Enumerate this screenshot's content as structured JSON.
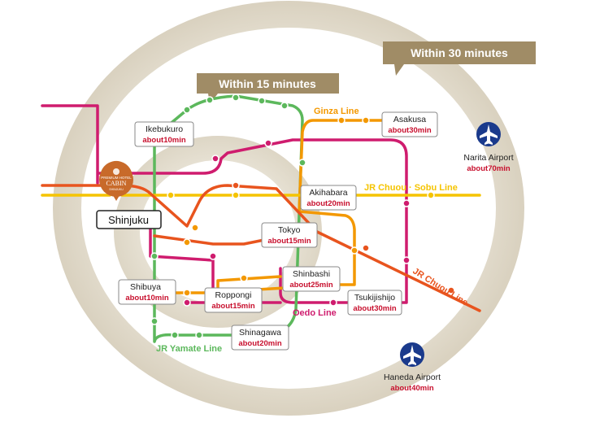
{
  "zones": {
    "z15": "Within 15 minutes",
    "z30": "Within 30 minutes"
  },
  "hotel": {
    "logo_brand_top": "PREMIUM HOTEL",
    "logo_brand_main": "CABIN",
    "logo_brand_bottom": "SHINJUKU",
    "station": "Shinjuku"
  },
  "lines": {
    "ginza": "Ginza Line",
    "chuou_sobu": "JR Chuou · Sobu Line",
    "chuou": "JR Chuou Line",
    "oedo": "Oedo Line",
    "yamate": "JR Yamate Line"
  },
  "stations": {
    "ikebukuro": {
      "name": "Ikebukuro",
      "time": "about10min"
    },
    "asakusa": {
      "name": "Asakusa",
      "time": "about30min"
    },
    "akihabara": {
      "name": "Akihabara",
      "time": "about20min"
    },
    "tokyo": {
      "name": "Tokyo",
      "time": "about15min"
    },
    "shinbashi": {
      "name": "Shinbashi",
      "time": "about25min"
    },
    "shibuya": {
      "name": "Shibuya",
      "time": "about10min"
    },
    "roppongi": {
      "name": "Roppongi",
      "time": "about15min"
    },
    "tsukijishijo": {
      "name": "Tsukijishijo",
      "time": "about30min"
    },
    "shinagawa": {
      "name": "Shinagawa",
      "time": "about20min"
    }
  },
  "airports": {
    "narita": {
      "name": "Narita Airport",
      "time": "about70min",
      "icon": "airplane-icon"
    },
    "haneda": {
      "name": "Haneda Airport",
      "time": "about40min",
      "icon": "airplane-icon"
    }
  },
  "colors": {
    "ginza": "#f39800",
    "chuou_sobu": "#f5c400",
    "chuou": "#e8541e",
    "oedo": "#cf1c6e",
    "yamate": "#5cb85c",
    "zone_label": "#a08c66",
    "ring": "#e2dccd",
    "airport": "#1a3a8c",
    "time": "#c8102e"
  }
}
